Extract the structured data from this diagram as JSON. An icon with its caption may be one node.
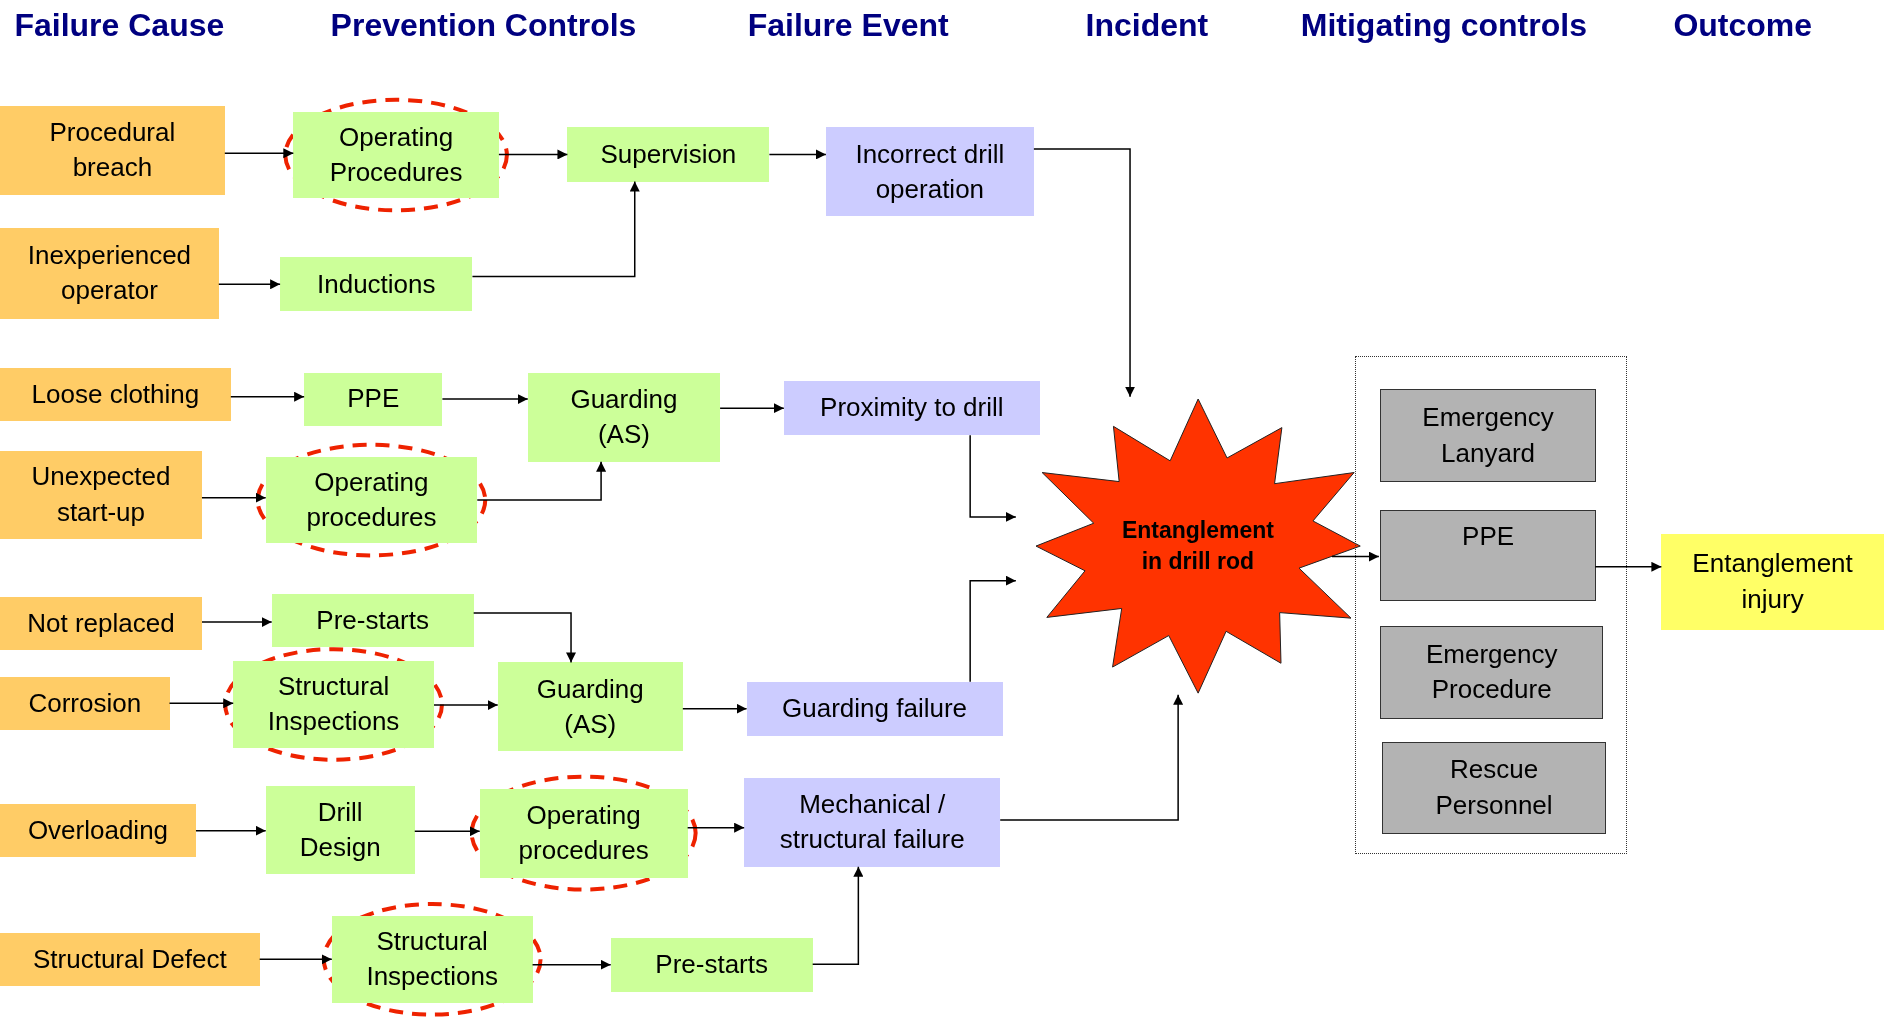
{
  "diagram": {
    "nodes": [
      {
        "text": [
          "Procedural breach"
        ]
      },
      {
        "text": [
          "Operating Procedures"
        ]
      },
      {
        "text": [
          "Supervision"
        ]
      },
      {
        "text": [
          "Incorrect drill operation"
        ]
      },
      {
        "text": [
          "Inexperienced operator"
        ]
      },
      {
        "text": [
          "Inductions"
        ]
      },
      {
        "text": [
          "Loose clothing"
        ]
      },
      {
        "text": [
          "PPE"
        ]
      },
      {
        "text": [
          "Guarding (AS)"
        ]
      },
      {
        "text": [
          "Proximity to drill"
        ]
      },
      {
        "text": [
          "Unexpected start-up"
        ]
      },
      {
        "text": [
          "Operating procedures"
        ]
      },
      {
        "text": [
          "Not replaced"
        ]
      },
      {
        "text": [
          "Pre-starts"
        ]
      },
      {
        "text": [
          "Corrosion"
        ]
      },
      {
        "text": [
          "Structural Inspections"
        ]
      },
      {
        "text": [
          "Guarding (AS)"
        ]
      },
      {
        "text": [
          "Guarding failure"
        ]
      },
      {
        "text": [
          "Overloading"
        ]
      },
      {
        "text": [
          "Drill Design"
        ]
      },
      {
        "text": [
          "Operating procedures"
        ]
      },
      {
        "text": [
          "Mechanical / structural failure"
        ]
      },
      {
        "text": [
          "Structural Defect"
        ]
      },
      {
        "text": [
          "Structural Inspections"
        ]
      },
      {
        "text": [
          "Pre-starts"
        ]
      },
      {
        "text": [
          "Entanglement in drill rod"
        ]
      },
      {
        "text": [],
        "shape": "box"
      },
      {
        "text": [
          "Emergency Lanyard"
        ],
        "in": 26
      },
      {
        "text": [
          "PPE"
        ],
        "in": 26
      },
      {
        "text": [
          "Emergency Procedure"
        ],
        "in": 26
      },
      {
        "text": [
          "Rescue Personnel"
        ],
        "in": 26
      },
      {
        "text": [
          "Entanglement injury"
        ]
      }
    ],
    "edges": [
      {
        "from": 0,
        "to": 1,
        "arrow": "to"
      },
      {
        "from": 1,
        "to": 2,
        "arrow": "to"
      },
      {
        "from": 2,
        "to": 3,
        "arrow": "to"
      },
      {
        "from": 3,
        "to": 25,
        "arrow": "to"
      },
      {
        "from": 4,
        "to": 5,
        "arrow": "to"
      },
      {
        "from": 5,
        "to": 2,
        "arrow": "to"
      },
      {
        "from": 6,
        "to": 7,
        "arrow": "to"
      },
      {
        "from": 7,
        "to": 8,
        "arrow": "to"
      },
      {
        "from": 8,
        "to": 9,
        "arrow": "to"
      },
      {
        "from": 9,
        "to": 25,
        "arrow": "to"
      },
      {
        "from": 10,
        "to": 11,
        "arrow": "to"
      },
      {
        "from": 11,
        "to": 8,
        "arrow": "to"
      },
      {
        "from": 12,
        "to": 13,
        "arrow": "to"
      },
      {
        "from": 13,
        "to": 16,
        "arrow": "to"
      },
      {
        "from": 14,
        "to": 15,
        "arrow": "to"
      },
      {
        "from": 15,
        "to": 16,
        "arrow": "to"
      },
      {
        "from": 16,
        "to": 17,
        "arrow": "to"
      },
      {
        "from": 17,
        "to": 25,
        "arrow": "to"
      },
      {
        "from": 18,
        "to": 19,
        "arrow": "to"
      },
      {
        "from": 19,
        "to": 20,
        "arrow": "to"
      },
      {
        "from": 20,
        "to": 21,
        "arrow": "to"
      },
      {
        "from": 21,
        "to": 25,
        "arrow": "to"
      },
      {
        "from": 22,
        "to": 23,
        "arrow": "to"
      },
      {
        "from": 23,
        "to": 24,
        "arrow": "to"
      },
      {
        "from": 24,
        "to": 21,
        "arrow": "to"
      },
      {
        "from": 25,
        "to": 28,
        "arrow": "to"
      },
      {
        "from": 28,
        "to": 31,
        "arrow": "to"
      }
    ],
    "labels": [
      "Failure Cause",
      "Prevention Controls",
      "Failure Event",
      "Incident",
      "Mitigating controls",
      "Outcome"
    ]
  }
}
